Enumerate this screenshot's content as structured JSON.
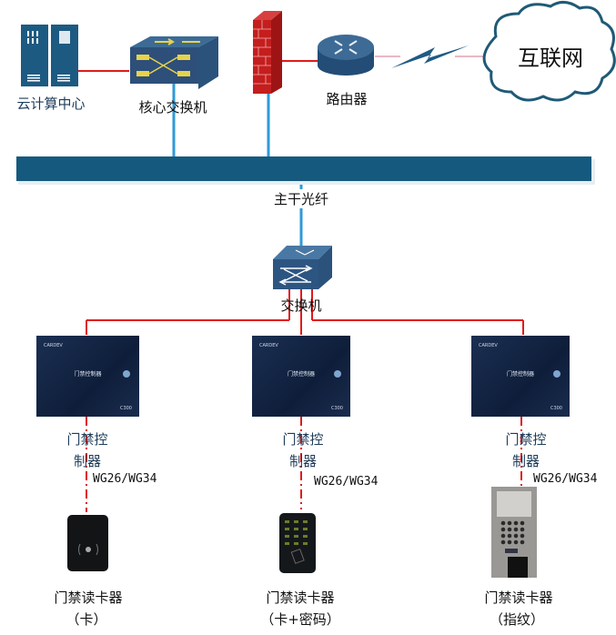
{
  "nodes": {
    "cloud_center": "云计算中心",
    "core_switch": "核心交换机",
    "router": "路由器",
    "internet": "互联网",
    "backbone": "主干光纤",
    "switch": "交换机"
  },
  "controllers": [
    {
      "line1": "门禁控",
      "line2": "制器",
      "protocol": "WG26/WG34"
    },
    {
      "line1": "门禁控",
      "line2": "制器",
      "protocol": "WG26/WG34"
    },
    {
      "line1": "门禁控",
      "line2": "制器",
      "protocol": "WG26/WG34"
    }
  ],
  "readers": [
    {
      "line1": "门禁读卡器",
      "line2": "（卡）"
    },
    {
      "line1": "门禁读卡器",
      "line2": "（卡+密码）"
    },
    {
      "line1": "门禁读卡器",
      "line2": "（指纹）"
    }
  ],
  "colors": {
    "backbone": "#155a7e",
    "fiber": "#2e9ad8",
    "ethernet": "#e01b1b",
    "firewall": "#c41e1e"
  }
}
